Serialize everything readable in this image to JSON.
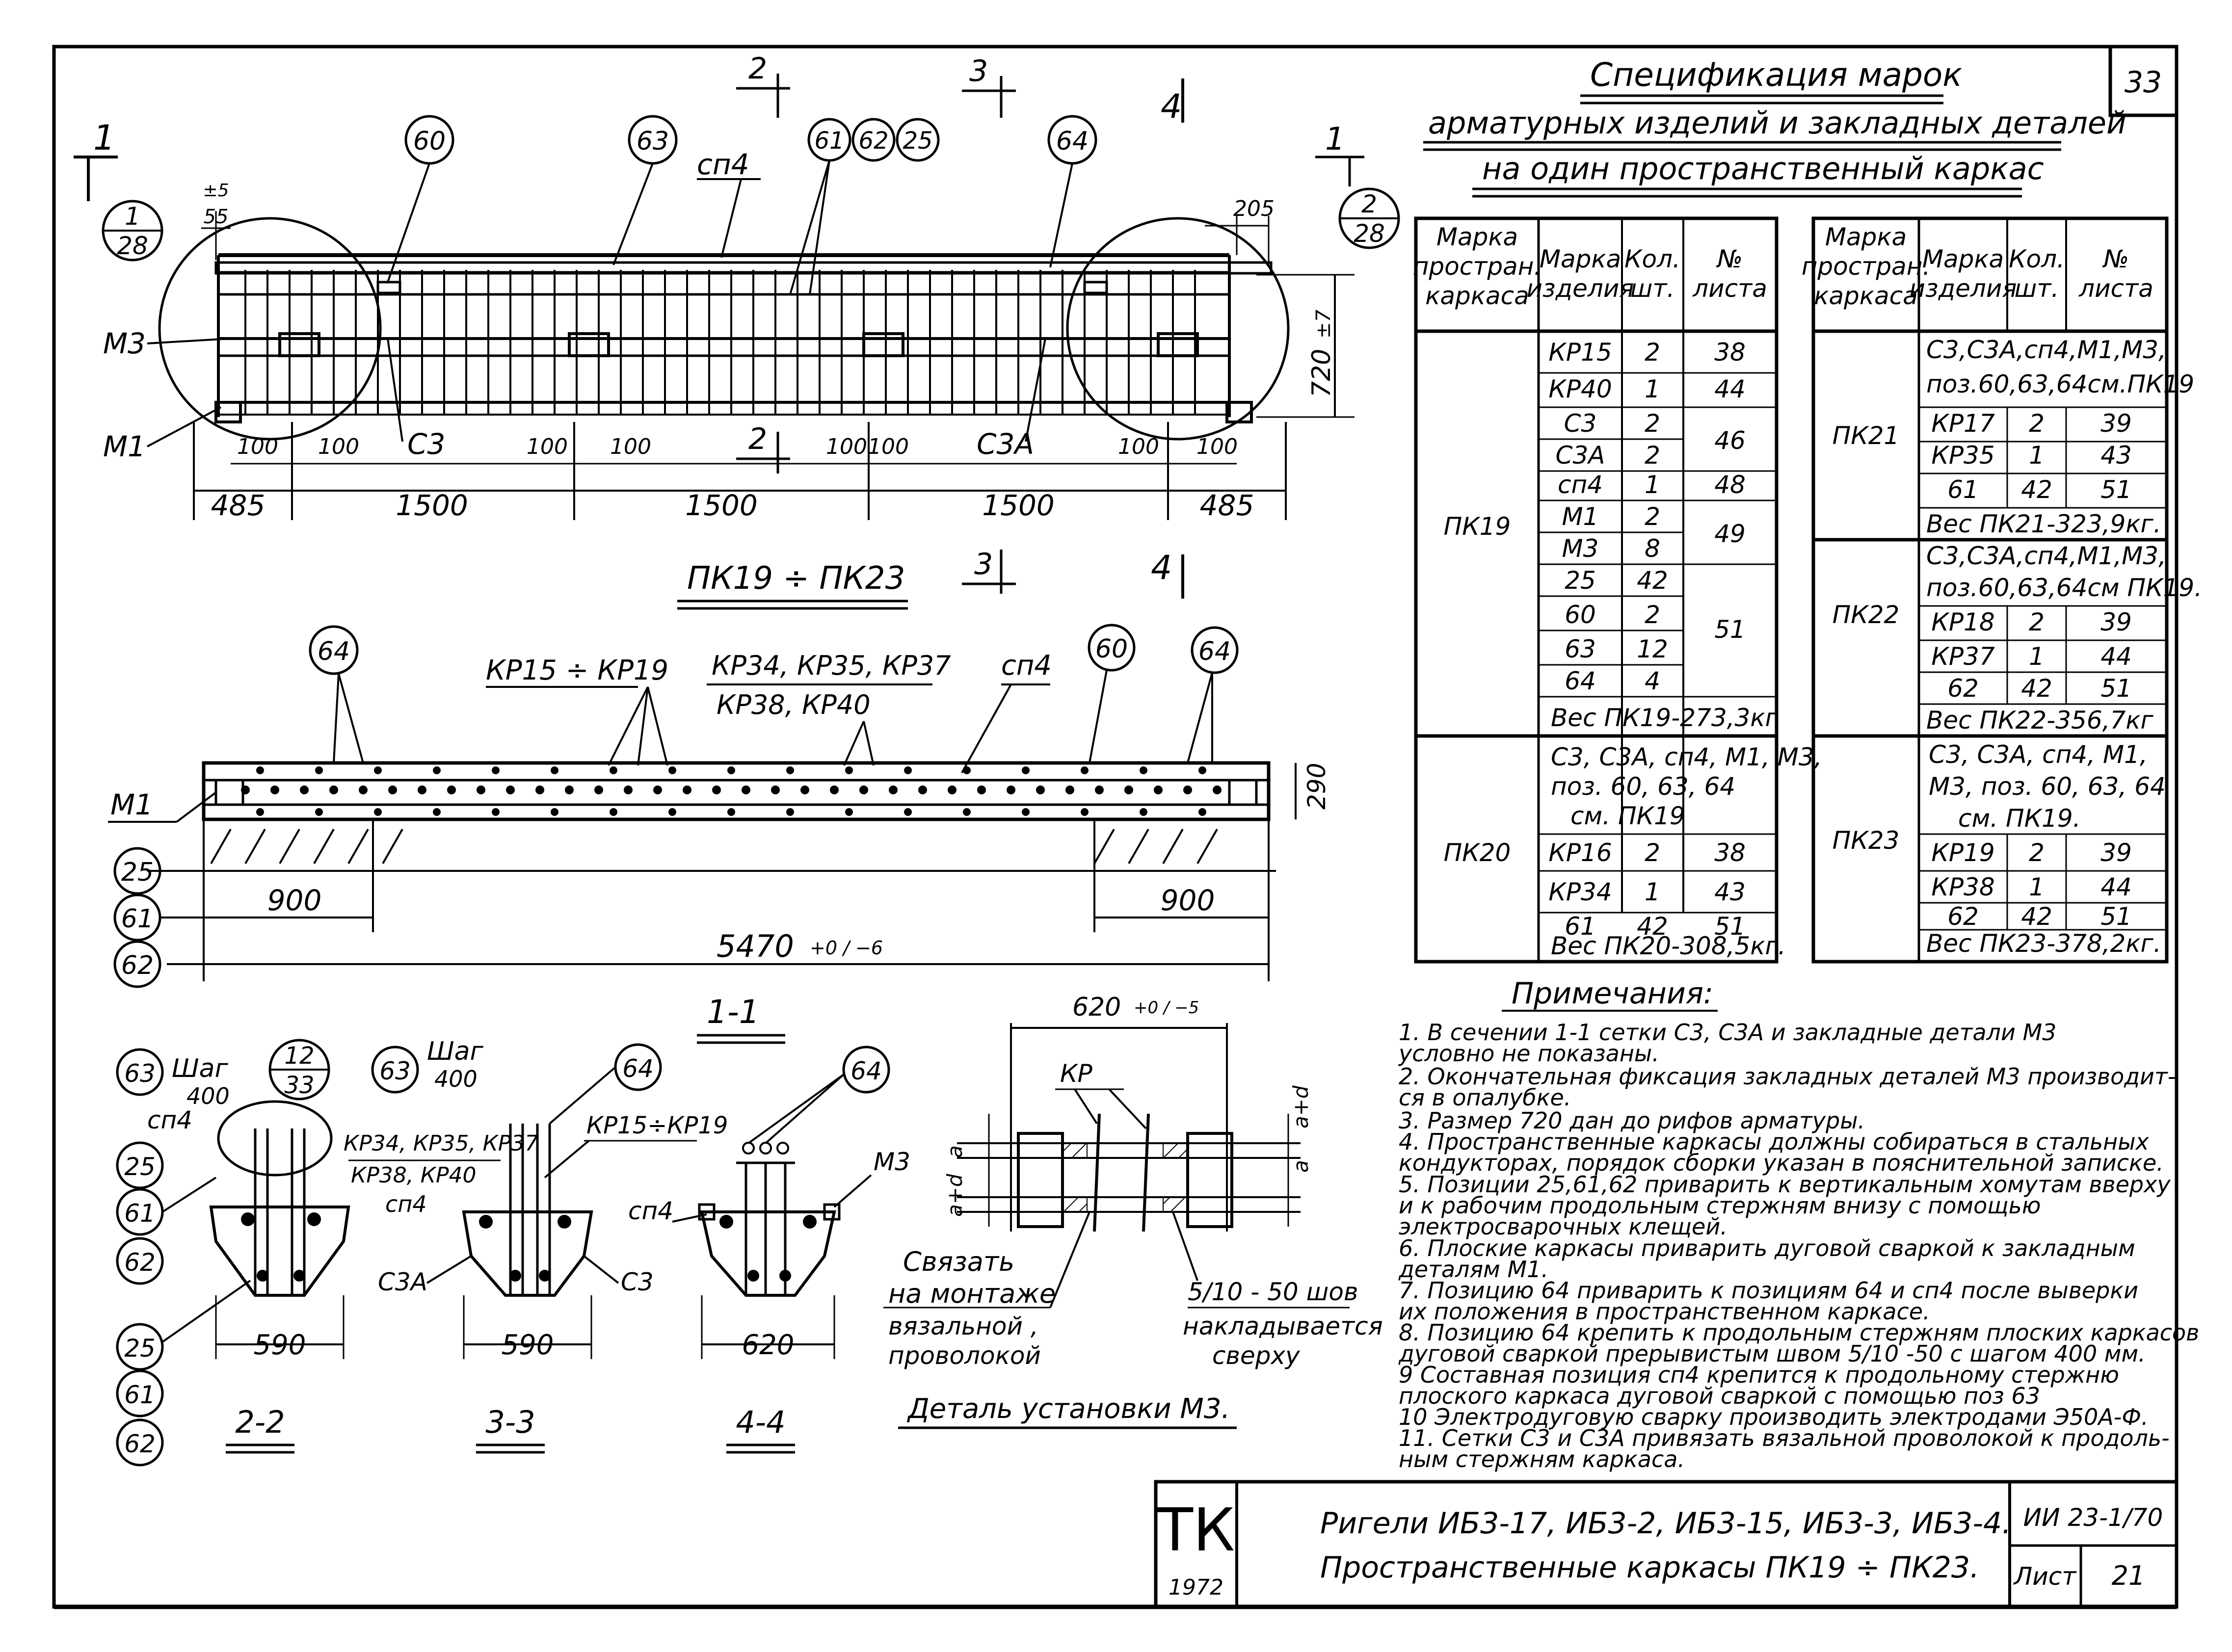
{
  "sheet_number": "33",
  "main_view": {
    "dims": [
      "485",
      "1500",
      "1500",
      "1500",
      "485",
      "205",
      "720",
      "55"
    ],
    "small_dims": [
      "100",
      "100",
      "100",
      "100",
      "100",
      "100",
      "100",
      "100"
    ],
    "height_tol": "±7",
    "top_tol": "±5",
    "labels": {
      "mz": "М3",
      "m1": "М1",
      "sp4": "сп4",
      "c3": "С3",
      "c3a": "С3А"
    },
    "section_marks": [
      "1",
      "1",
      "2",
      "2",
      "3",
      "3",
      "4",
      "4"
    ],
    "callouts": [
      "60",
      "63",
      "61",
      "62",
      "25",
      "64"
    ],
    "refs": [
      {
        "num": "1",
        "den": "28"
      },
      {
        "num": "2",
        "den": "28"
      }
    ],
    "caption": "ПК19 ÷ ПК23"
  },
  "plan_view": {
    "labels": {
      "kr1": "КР15 ÷ КР19",
      "kr2a": "КР34, КР35, КР37",
      "kr2b": "КР38, КР40",
      "sp4": "сп4",
      "m1": "М1"
    },
    "callouts": [
      "64",
      "60",
      "64",
      "25",
      "61",
      "62"
    ],
    "dims": [
      "900",
      "900",
      "290"
    ],
    "total": "5470",
    "total_tol": "+0 / −6"
  },
  "sections": {
    "title_1_1": "1-1",
    "labels_a": {
      "shag": "Шаг",
      "pitch": "400",
      "sp4": "сп4",
      "kr_a": "КР34, КР35, КР37",
      "kr_b": "КР38, КР40",
      "sp4b": "сп4",
      "kr15": "КР15÷КР19",
      "c3a": "С3А",
      "c3": "С3",
      "mz": "М3",
      "sp4c": "сп4"
    },
    "callouts": [
      "63",
      "25",
      "61",
      "62",
      "25",
      "61",
      "62",
      "63",
      "64",
      "64"
    ],
    "ref": {
      "num": "12",
      "den": "33"
    },
    "widths": [
      "590",
      "590",
      "620"
    ],
    "names": [
      "2-2",
      "3-3",
      "4-4"
    ]
  },
  "detail": {
    "dim": "620",
    "dim_tol": "+0 / −5",
    "kp": "КР",
    "a1": "а",
    "a2": "а+d",
    "a3": "а+d",
    "a4": "а",
    "tie1": "Связать",
    "tie2": "на монтаже",
    "tie3": "вязальной ,",
    "tie4": "проволокой",
    "weld1": "5/10 - 50 шов",
    "weld2": "накладывается",
    "weld3": "сверху",
    "caption": "Деталь установки М3."
  },
  "spec": {
    "title_lines": [
      "Спецификация марок",
      "арматурных изделий и закладных деталей",
      "на один пространственный каркас"
    ],
    "headers": [
      "Марка простран. каркаса",
      "Марка изделия",
      "Кол. шт.",
      "№ листа"
    ],
    "left_groups": [
      {
        "mark": "ПК19",
        "rows": [
          [
            "КР15",
            "2",
            "38"
          ],
          [
            "КР40",
            "1",
            "44"
          ],
          [
            "С3",
            "2",
            "46"
          ],
          [
            "С3А",
            "2",
            ""
          ],
          [
            "сп4",
            "1",
            "48"
          ],
          [
            "М1",
            "2",
            "49"
          ],
          [
            "М3",
            "8",
            ""
          ],
          [
            "25",
            "42",
            "51"
          ],
          [
            "60",
            "2",
            ""
          ],
          [
            "63",
            "12",
            ""
          ],
          [
            "64",
            "4",
            ""
          ]
        ],
        "weight": "Вес ПК19-273,3кг"
      },
      {
        "mark": "ПК20",
        "note": [
          "С3, С3А, сп4, М1, М3,",
          "поз. 60, 63, 64",
          "см. ПК19"
        ],
        "rows": [
          [
            "КР16",
            "2",
            "38"
          ],
          [
            "КР34",
            "1",
            "43"
          ],
          [
            "61",
            "42",
            "51"
          ]
        ],
        "weight": "Вес ПК20-308,5кг."
      }
    ],
    "right_groups": [
      {
        "mark": "ПК21",
        "note": [
          "С3,С3А,сп4,М1,М3,",
          "поз.60,63,64см.ПК19"
        ],
        "rows": [
          [
            "КР17",
            "2",
            "39"
          ],
          [
            "КР35",
            "1",
            "43"
          ],
          [
            "61",
            "42",
            "51"
          ]
        ],
        "weight": "Вес ПК21-323,9кг."
      },
      {
        "mark": "ПК22",
        "note": [
          "С3,С3А,сп4,М1,М3,",
          "поз.60,63,64см ПК19."
        ],
        "rows": [
          [
            "КР18",
            "2",
            "39"
          ],
          [
            "КР37",
            "1",
            "44"
          ],
          [
            "62",
            "42",
            "51"
          ]
        ],
        "weight": "Вес ПК22-356,7кг"
      },
      {
        "mark": "ПК23",
        "note": [
          "С3, С3А, сп4, М1,",
          "М3, поз. 60, 63, 64",
          "см. ПК19."
        ],
        "rows": [
          [
            "КР19",
            "2",
            "39"
          ],
          [
            "КР38",
            "1",
            "44"
          ],
          [
            "62",
            "42",
            "51"
          ]
        ],
        "weight": "Вес ПК23-378,2кг."
      }
    ]
  },
  "notes": {
    "title": "Примечания:",
    "lines": [
      "1.  В сечении 1-1 сетки С3, С3А и закладные детали М3",
      "     условно не показаны.",
      "2.  Окончательная фиксация закладных деталей М3 производит-",
      "     ся в опалубке.",
      "3.  Размер 720 дан до рифов арматуры.",
      "4.  Пространственные каркасы должны собираться в стальных",
      "     кондукторах, порядок сборки указан в пояснительной записке.",
      "5.  Позиции 25,61,62 приварить к вертикальным хомутам вверху",
      "     и к рабочим продольным стержням внизу с помощью",
      "     электросварочных клещей.",
      "6.  Плоские каркасы приварить дуговой сваркой к закладным",
      "     деталям М1.",
      "7.  Позицию 64 приварить к позициям 64 и сп4 после выверки",
      "     их положения в пространственном каркасе.",
      "8.  Позицию 64 крепить к продольным стержням плоских каркасов",
      "     дуговой сваркой прерывистым швом 5/10 -50 с шагом 400 мм.",
      "9   Составная позиция сп4 крепится к продольному стержню",
      "     плоского каркаса дуговой сваркой с помощью поз 63",
      "10  Электродуговую сварку производить электродами Э50А-Ф.",
      "11.  Сетки С3 и С3А привязать вязальной проволокой к продоль-",
      "     ным стержням каркаса."
    ]
  },
  "title_block": {
    "logo": "ТК",
    "year": "1972",
    "line1": "Ригели ИБ3-17, ИБ3-2, ИБ3-15, ИБ3-3, ИБ3-4.",
    "line2": "Пространственные каркасы ПК19 ÷ ПК23.",
    "code": "ИИ 23-1/70",
    "sheet_label": "Лист",
    "sheet_no": "21"
  }
}
